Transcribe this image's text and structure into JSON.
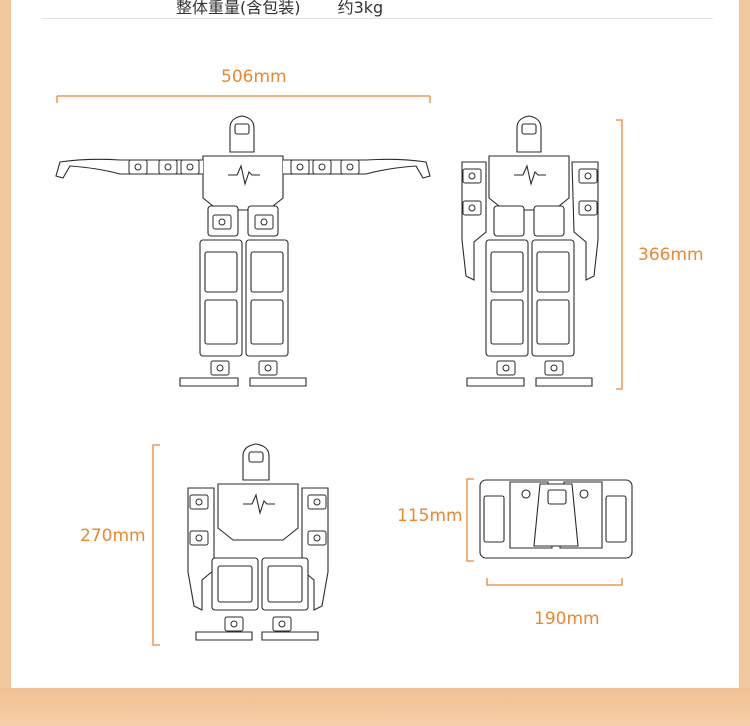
{
  "spec": {
    "key": "整体重量(含包装)",
    "value": "约3kg"
  },
  "dimensions": {
    "width_arms_out": "506mm",
    "height": "366mm",
    "depth_side": "270mm",
    "top_depth": "115mm",
    "top_width": "190mm"
  },
  "colors": {
    "accent": "#e8882f",
    "line_art": "#2b2b2b",
    "background": "#f5cba3"
  }
}
